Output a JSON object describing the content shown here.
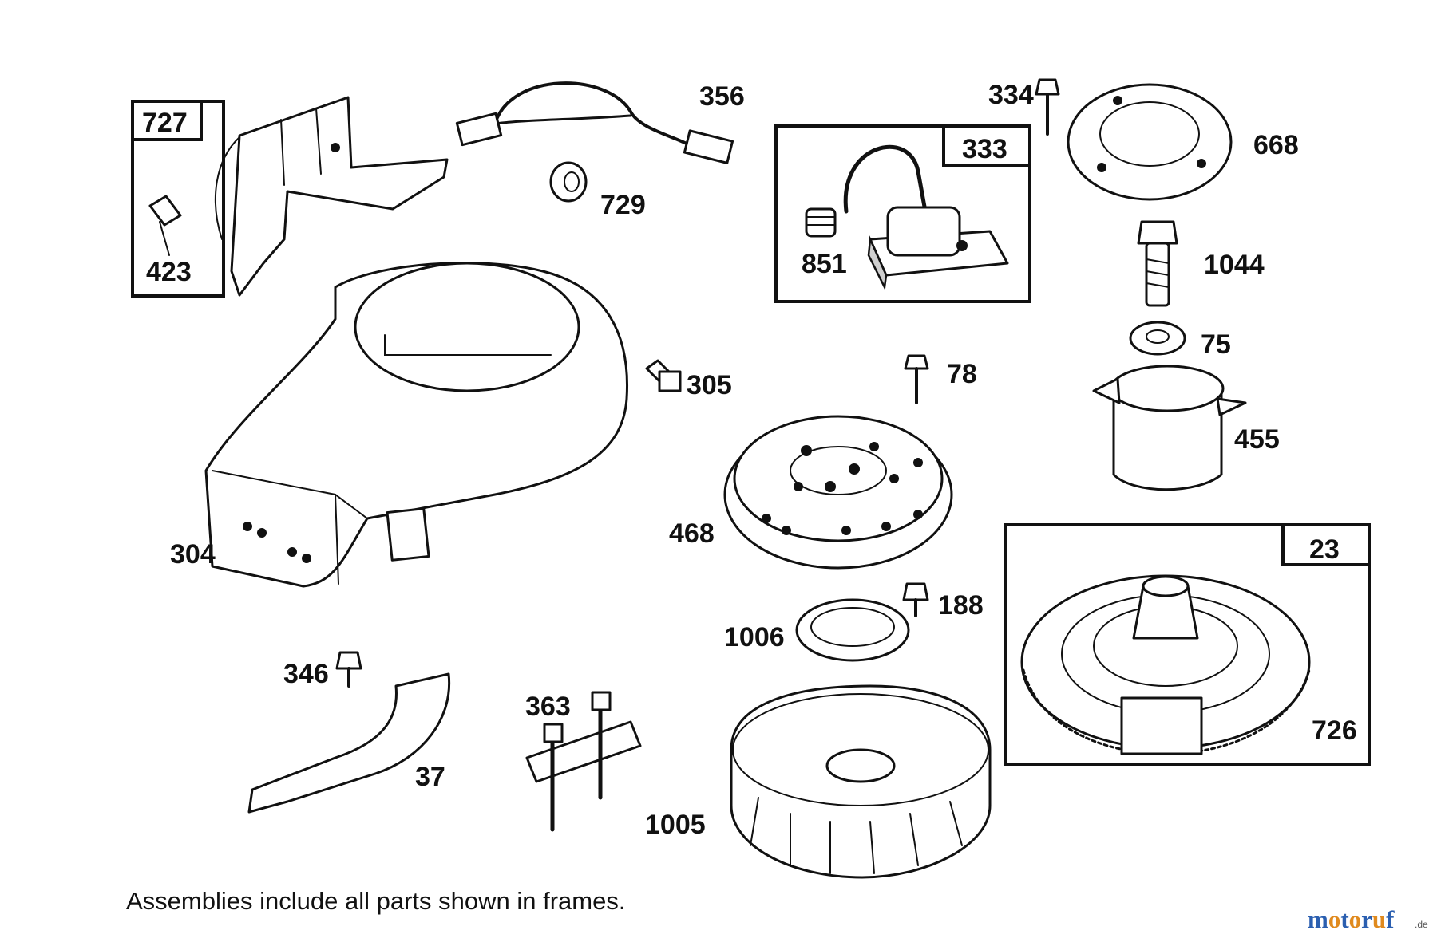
{
  "diagram": {
    "part_labels": {
      "p727": "727",
      "p423": "423",
      "p356": "356",
      "p729": "729",
      "p334": "334",
      "p333": "333",
      "p851": "851",
      "p668": "668",
      "p1044": "1044",
      "p75": "75",
      "p304": "304",
      "p305": "305",
      "p78": "78",
      "p455": "455",
      "p468": "468",
      "p23": "23",
      "p188": "188",
      "p1006": "1006",
      "p346": "346",
      "p363": "363",
      "p37": "37",
      "p726": "726",
      "p1005": "1005"
    },
    "footnote": "Assemblies include all parts shown in frames.",
    "watermark": {
      "parts": [
        "m",
        "o",
        "t",
        "o",
        "r",
        "u",
        "f"
      ],
      "suffix": ".de",
      "colors": [
        "#2b5fb0",
        "#e08a1e",
        "#2b5fb0",
        "#e08a1e",
        "#2b5fb0",
        "#e08a1e",
        "#2b5fb0"
      ]
    }
  }
}
